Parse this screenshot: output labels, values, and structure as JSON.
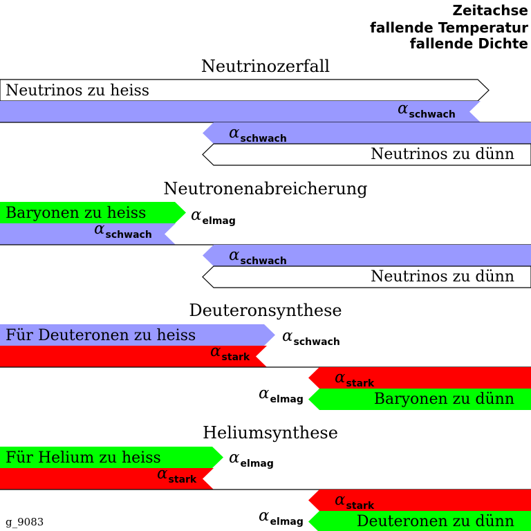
{
  "axis_note": [
    "Zeitachse",
    "fallende Temperatur",
    "fallende Dichte"
  ],
  "colors": {
    "blue": "#9999ff",
    "green": "#00ff00",
    "red": "#ff0000",
    "white": "#ffffff",
    "line": "#000000"
  },
  "alpha_symbol": "α",
  "subscripts": {
    "schwach": "schwach",
    "elmag": "elmag",
    "stark": "stark"
  },
  "sections": [
    {
      "title": "Neutrinozerfall",
      "bars": [
        {
          "label": "Neutrinos zu heiss",
          "color": "white",
          "coupling": ""
        },
        {
          "label": "",
          "color": "blue",
          "coupling": "schwach"
        },
        {
          "label": "",
          "color": "blue",
          "coupling": "schwach"
        },
        {
          "label": "Neutrinos zu dünn",
          "color": "white",
          "coupling": ""
        }
      ]
    },
    {
      "title": "Neutronenabreicherung",
      "bars": [
        {
          "label": "Baryonen zu heiss",
          "color": "green",
          "coupling": "elmag"
        },
        {
          "label": "",
          "color": "blue",
          "coupling": "schwach"
        },
        {
          "label": "",
          "color": "blue",
          "coupling": "schwach"
        },
        {
          "label": "Neutrinos zu dünn",
          "color": "white",
          "coupling": ""
        }
      ]
    },
    {
      "title": "Deuteronsynthese",
      "bars": [
        {
          "label": "Für Deuteronen zu heiss",
          "color": "blue",
          "coupling": "schwach"
        },
        {
          "label": "",
          "color": "red",
          "coupling": "stark"
        },
        {
          "label": "",
          "color": "red",
          "coupling": "stark"
        },
        {
          "label": "Baryonen zu dünn",
          "color": "green",
          "coupling": "elmag"
        }
      ]
    },
    {
      "title": "Heliumsynthese",
      "bars": [
        {
          "label": "Für Helium zu heiss",
          "color": "green",
          "coupling": "elmag"
        },
        {
          "label": "",
          "color": "red",
          "coupling": "stark"
        },
        {
          "label": "",
          "color": "red",
          "coupling": "stark"
        },
        {
          "label": "Deuteronen zu dünn",
          "color": "green",
          "coupling": "elmag"
        }
      ]
    }
  ],
  "footer": "g_9083"
}
